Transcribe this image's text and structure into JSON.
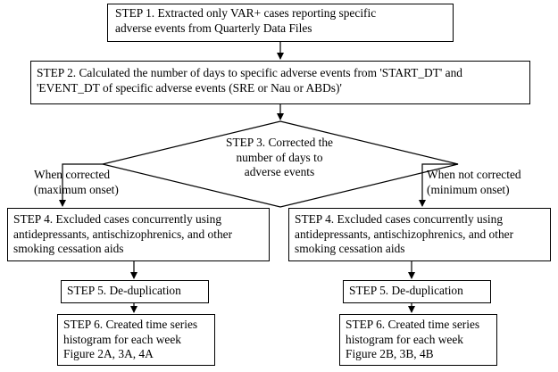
{
  "step1": {
    "lines": [
      "STEP 1. Extracted only VAR+ cases reporting specific",
      "adverse events from Quarterly Data Files"
    ]
  },
  "step2": {
    "lines": [
      "STEP 2. Calculated the number of days to specific adverse events from 'START_DT' and",
      "'EVENT_DT of specific adverse events (SRE or Nau or ABDs)'"
    ]
  },
  "step3": {
    "lines": [
      "STEP 3. Corrected the",
      "number of days to",
      "adverse events"
    ]
  },
  "branch_left": {
    "lines": [
      "When corrected",
      "(maximum onset)"
    ]
  },
  "branch_right": {
    "lines": [
      "When not corrected",
      "(minimum onset)"
    ]
  },
  "step4_left": {
    "lines": [
      "STEP 4. Excluded cases concurrently using",
      "antidepressants, antischizophrenics, and other",
      "smoking cessation aids"
    ]
  },
  "step4_right": {
    "lines": [
      "STEP 4. Excluded cases concurrently using",
      "antidepressants, antischizophrenics, and other",
      "smoking cessation aids"
    ]
  },
  "step5_left": {
    "label": "STEP 5. De-duplication"
  },
  "step5_right": {
    "label": "STEP 5. De-duplication"
  },
  "step6_left": {
    "lines": [
      "STEP 6. Created time series",
      "histogram for each week",
      "Figure 2A, 3A, 4A"
    ]
  },
  "step6_right": {
    "lines": [
      "STEP 6. Created time series",
      "histogram for each week",
      "Figure 2B, 3B, 4B"
    ]
  }
}
